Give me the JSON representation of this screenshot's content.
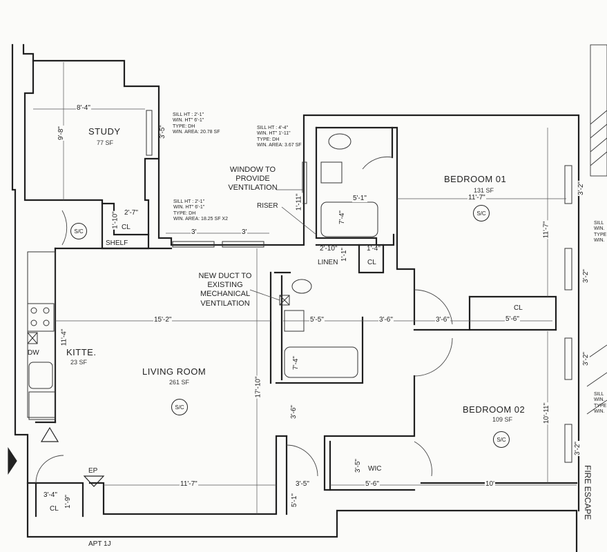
{
  "rooms": {
    "study": {
      "name": "STUDY",
      "area": "77 SF"
    },
    "living": {
      "name": "LIVING ROOM",
      "area": "261 SF"
    },
    "kitchen": {
      "name": "KITTE.",
      "area": "23 SF"
    },
    "bedroom1": {
      "name": "BEDROOM 01",
      "area": "131 SF"
    },
    "bedroom2": {
      "name": "BEDROOM 02",
      "area": "109 SF"
    }
  },
  "labels": {
    "shelf": "SHELF",
    "cl": "CL",
    "linen": "LINEN",
    "wic": "WIC",
    "dw": "DW",
    "ep": "EP",
    "sc": "S/C",
    "riser": "RISER",
    "fire_escape": "FIRE ESCAPE",
    "apt": "APT 1J",
    "window_note": "WINDOW TO PROVIDE VENTILATION",
    "duct_note": "NEW DUCT TO EXISTING MECHANICAL VENTILATION"
  },
  "window_specs": {
    "study": "SILL HT : 2'-1\"\nWIN. HT\" 6'-1\"\nTYPE: DH\nWIN. AREA: 20.78 SF",
    "bath": "SILL HT : 4'-4\"\nWIN. HT\" 1'-11\"\nTYPE: DH\nWIN. AREA: 3.67 SF",
    "living": "SILL HT : 2'-1\"\nWIN. HT\" 6'-1\"\nTYPE: DH\nWIN. AREA: 18.25 SF X2",
    "edge": "SILL\nWIN.\nTYPE\nWIN."
  },
  "dims": {
    "study_w": "8'-4\"",
    "study_h": "9'-8\"",
    "study_win": "3'-5\"",
    "closet_w": "2'-7\"",
    "closet_h": "1'-10\"",
    "liv_win1": "3'",
    "liv_win2": "3'",
    "liv_w": "15'-2\"",
    "liv_h": "17'-10\"",
    "liv_bot": "11'-7\"",
    "kit_h": "11'-4\"",
    "bath1_w": "5'-1\"",
    "bath1_h": "7'-4\"",
    "bath1_dim": "1'-11\"",
    "linen_w": "2'-10\"",
    "linen_h": "1'-1\"",
    "cl_w": "1'-4\"",
    "bath2_w": "5'-5\"",
    "bath2_h": "7'-4\"",
    "hall1": "3'-6\"",
    "hall2": "3'-6\"",
    "hall3": "3'-6\"",
    "b1_w": "11'-7\"",
    "b1_h": "11'-7\"",
    "b1_win": "3'-2\"",
    "b1_win2": "3'-2\"",
    "cl2_w": "5'-6\"",
    "b2_h": "10'-11\"",
    "b2_win": "3'-2\"",
    "b2_win2": "3'-2\"",
    "wic_h": "3'-5\"",
    "wic_w": "5'-6\"",
    "b2_bot": "10'",
    "entry_w": "3'-5\"",
    "entry_h": "5'-1\"",
    "ent_cl_w": "3'-4\"",
    "ent_cl_h": "1'-9\""
  }
}
